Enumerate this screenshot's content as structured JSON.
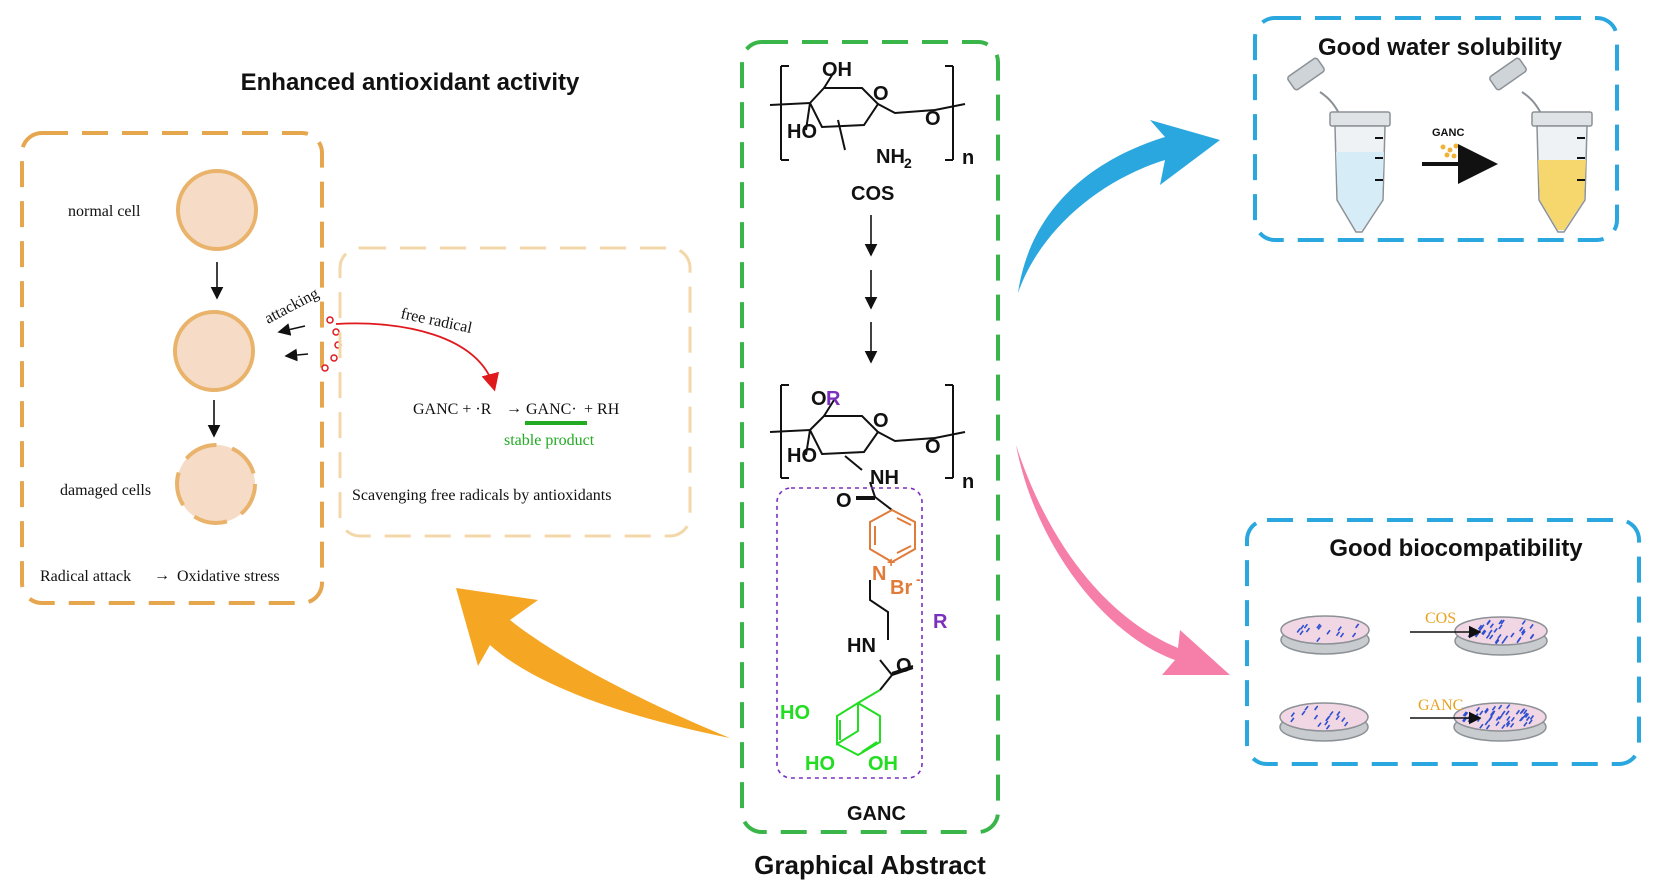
{
  "footer_title": "Graphical Abstract",
  "left_panel": {
    "title": "Enhanced antioxidant activity",
    "normal_cell_label": "normal cell",
    "damaged_cells_label": "damaged cells",
    "attacking_label": "attacking",
    "bottom_caption_1": "Radical attack",
    "bottom_caption_arrow": "→",
    "bottom_caption_2": "Oxidative stress",
    "cell_fill": "#f6dcc6",
    "cell_stroke": "#e9b36b",
    "box_color": "#e6a64e"
  },
  "scavenge_panel": {
    "free_radical_label": "free radical",
    "eq_left": "GANC + ·R",
    "eq_arrow": "→",
    "eq_product": "GANC·",
    "eq_right": "+ RH",
    "stable_product_label": "stable product",
    "caption": "Scavenging free radicals by antioxidants",
    "box_color": "#f3d7a8",
    "stable_color": "#22aa22"
  },
  "center_panel": {
    "box_color": "#3ab54a",
    "top_oh": "OH",
    "top_ho": "HO",
    "top_nh2": "NH",
    "top_nh2_sub": "2",
    "o_ring": "O",
    "o_link": "O",
    "n_repeat": "n",
    "cos_label": "COS",
    "or_o": "O",
    "or_r": "R",
    "mid_ho": "HO",
    "mid_nh": "NH",
    "carbonyl_o": "O",
    "n_plus": "N",
    "plus": "+",
    "br": "Br",
    "minus": "-",
    "hn": "HN",
    "amide_o": "O",
    "ho1": "HO",
    "ho2": "HO",
    "oh3": "OH",
    "r_label": "R",
    "ganc_label": "GANC",
    "purple": "#7b2fbf",
    "orange": "#e07b39",
    "green": "#22dd22"
  },
  "solubility_panel": {
    "title": "Good water solubility",
    "ganc_label": "GANC",
    "box_color": "#2aa7df",
    "water_color": "#d6ecf6",
    "yellow_color": "#f5d76e"
  },
  "biocompat_panel": {
    "title": "Good biocompatibility",
    "cos_label": "COS",
    "ganc_label": "GANC",
    "box_color": "#2aa7df",
    "label_color": "#e8a21f"
  },
  "arrows": {
    "blue": "#2aa7df",
    "pink": "#f57fa8",
    "orange": "#f5a623"
  }
}
